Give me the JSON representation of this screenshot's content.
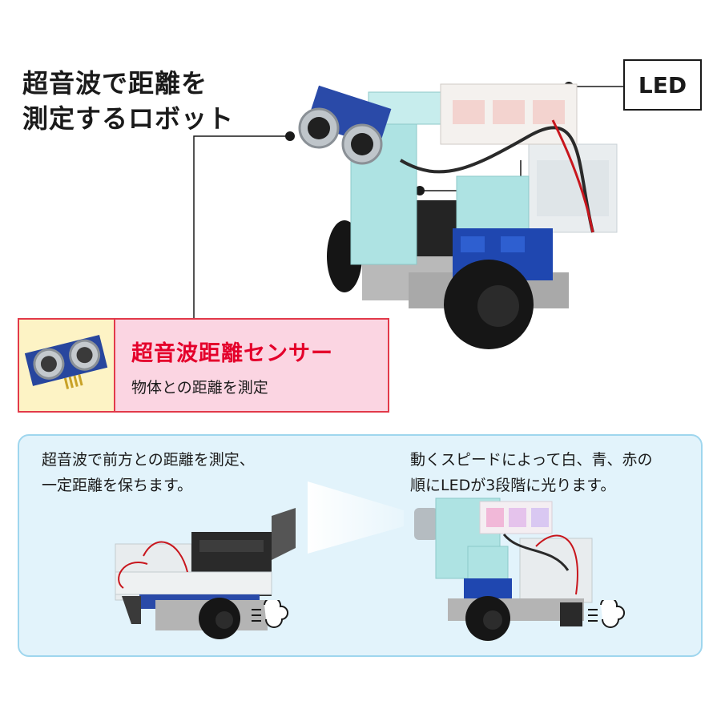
{
  "title": {
    "line1": "超音波で距離を",
    "line2": "測定するロボット"
  },
  "callouts": {
    "led_label": "LED"
  },
  "sensor_card": {
    "title": "超音波距離センサー",
    "description": "物体との距離を測定"
  },
  "panel": {
    "left_text_line1": "超音波で前方との距離を測定、",
    "left_text_line2": "一定距離を保ちます。",
    "right_text_line1": "動くスピードによって白、青、赤の",
    "right_text_line2": "順にLEDが3段階に光ります。"
  },
  "colors": {
    "sensor_title": "#e4002b",
    "sensor_border": "#e23a4a",
    "sensor_bg": "#fbd5e2",
    "sensor_image_bg": "#fdf3c5",
    "panel_bg": "#e2f3fb",
    "panel_border": "#9fd6ee",
    "block_light_blue": "#aee3e3",
    "block_dark_blue": "#1f47b0",
    "block_gray": "#b8b8b8"
  }
}
